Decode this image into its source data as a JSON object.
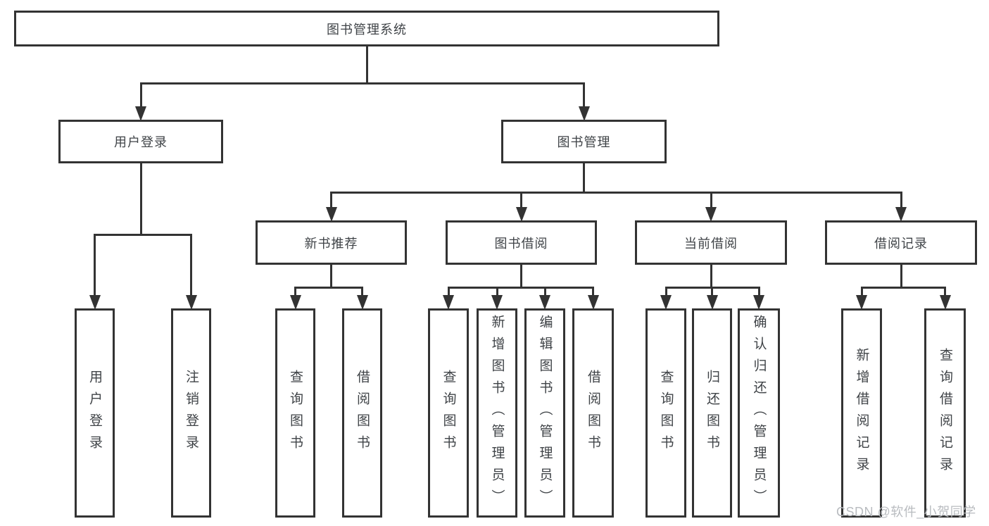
{
  "diagram": {
    "title": "图书管理系统",
    "nodes": [
      {
        "id": "root",
        "parent": null,
        "label": "图书管理系统"
      },
      {
        "id": "login",
        "parent": "root",
        "label": "用户登录"
      },
      {
        "id": "mgmt",
        "parent": "root",
        "label": "图书管理"
      },
      {
        "id": "newbook",
        "parent": "mgmt",
        "label": "新书推荐"
      },
      {
        "id": "borrow",
        "parent": "mgmt",
        "label": "图书借阅"
      },
      {
        "id": "current",
        "parent": "mgmt",
        "label": "当前借阅"
      },
      {
        "id": "records",
        "parent": "mgmt",
        "label": "借阅记录"
      },
      {
        "id": "l1",
        "parent": "login",
        "label": "用户登录"
      },
      {
        "id": "l2",
        "parent": "login",
        "label": "注销登录"
      },
      {
        "id": "n1",
        "parent": "newbook",
        "label": "查询图书"
      },
      {
        "id": "n2",
        "parent": "newbook",
        "label": "借阅图书"
      },
      {
        "id": "b1",
        "parent": "borrow",
        "label": "查询图书"
      },
      {
        "id": "b2",
        "parent": "borrow",
        "label": "新增图书（管理员）"
      },
      {
        "id": "b3",
        "parent": "borrow",
        "label": "编辑图书（管理员）"
      },
      {
        "id": "b4",
        "parent": "borrow",
        "label": "借阅图书"
      },
      {
        "id": "c1",
        "parent": "current",
        "label": "查询图书"
      },
      {
        "id": "c2",
        "parent": "current",
        "label": "归还图书"
      },
      {
        "id": "c3",
        "parent": "current",
        "label": "确认归还（管理员）"
      },
      {
        "id": "r1",
        "parent": "records",
        "label": "新增借阅记录"
      },
      {
        "id": "r2",
        "parent": "records",
        "label": "查询借阅记录"
      }
    ]
  },
  "watermark": {
    "text": "CSDN @软件_小贺同学"
  },
  "colors": {
    "line": "#333333",
    "text": "#3f4347",
    "background": "#ffffff",
    "watermark": "#b9bcc0"
  }
}
